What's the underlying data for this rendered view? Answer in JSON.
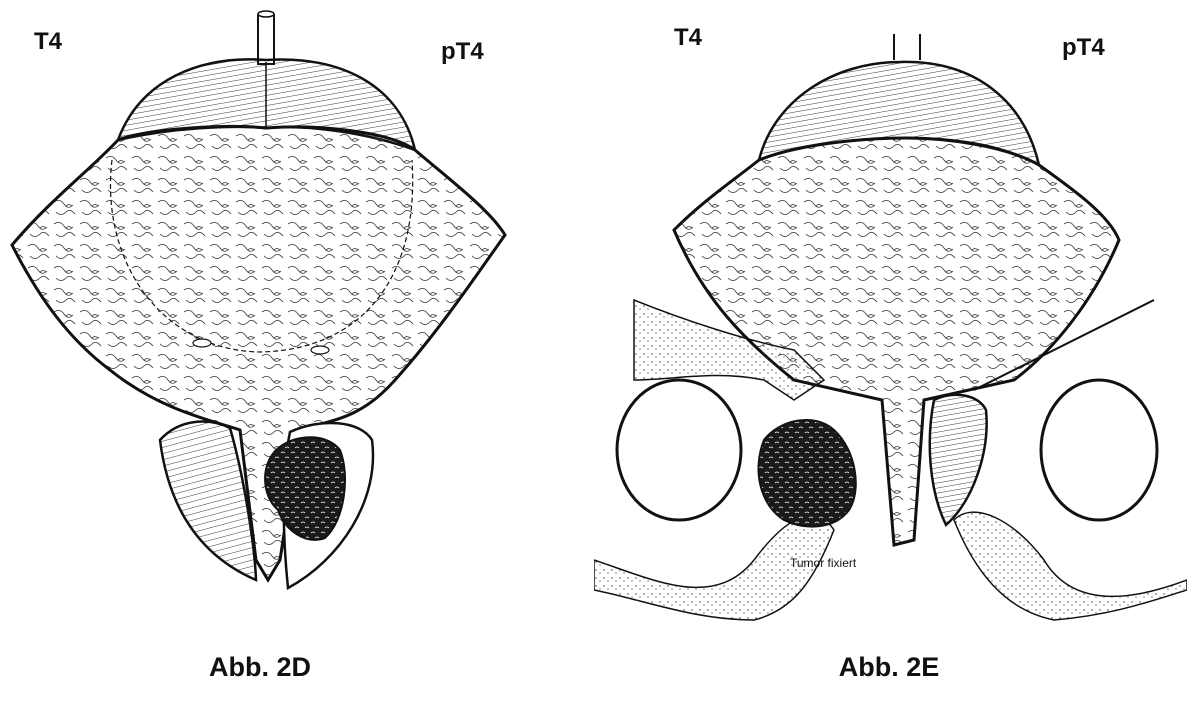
{
  "figures": [
    {
      "id": "2D",
      "label_left": "T4",
      "label_right": "pT4",
      "caption": "Abb. 2D"
    },
    {
      "id": "2E",
      "label_left": "T4",
      "label_right": "pT4",
      "caption": "Abb. 2E",
      "annotation": "Tumor fixiert"
    }
  ],
  "colors": {
    "ink": "#111111",
    "paper": "#ffffff",
    "tumor": "#1a1a1a"
  },
  "illustration_elements": [
    "urachus",
    "bladder-dome",
    "bladder-body",
    "seminal-vesicles",
    "tumor",
    "pelvic-wall"
  ]
}
